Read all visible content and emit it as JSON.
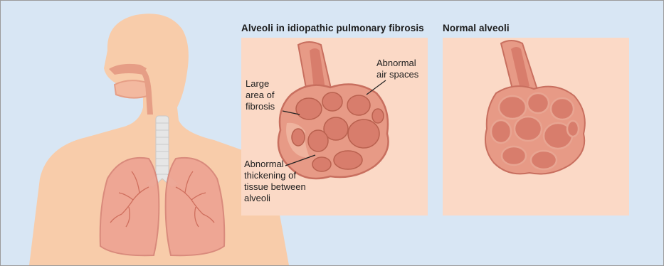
{
  "panels": {
    "ipf": {
      "title": "Alveoli in idiopathic pulmonary fibrosis",
      "labels": {
        "fibrosis": "Large\narea of\nfibrosis",
        "air_spaces": "Abnormal\nair spaces",
        "thickening": "Abnormal\nthickening of\ntissue between\nalveoli"
      }
    },
    "normal": {
      "title": "Normal alveoli"
    }
  },
  "colors": {
    "background": "#d8e6f4",
    "skin": "#f8ccaa",
    "panel": "#fbd9c6",
    "alveolus_outer": "#e79a86",
    "alveolus_inner": "#d87d6c",
    "lung": "#eea593"
  }
}
